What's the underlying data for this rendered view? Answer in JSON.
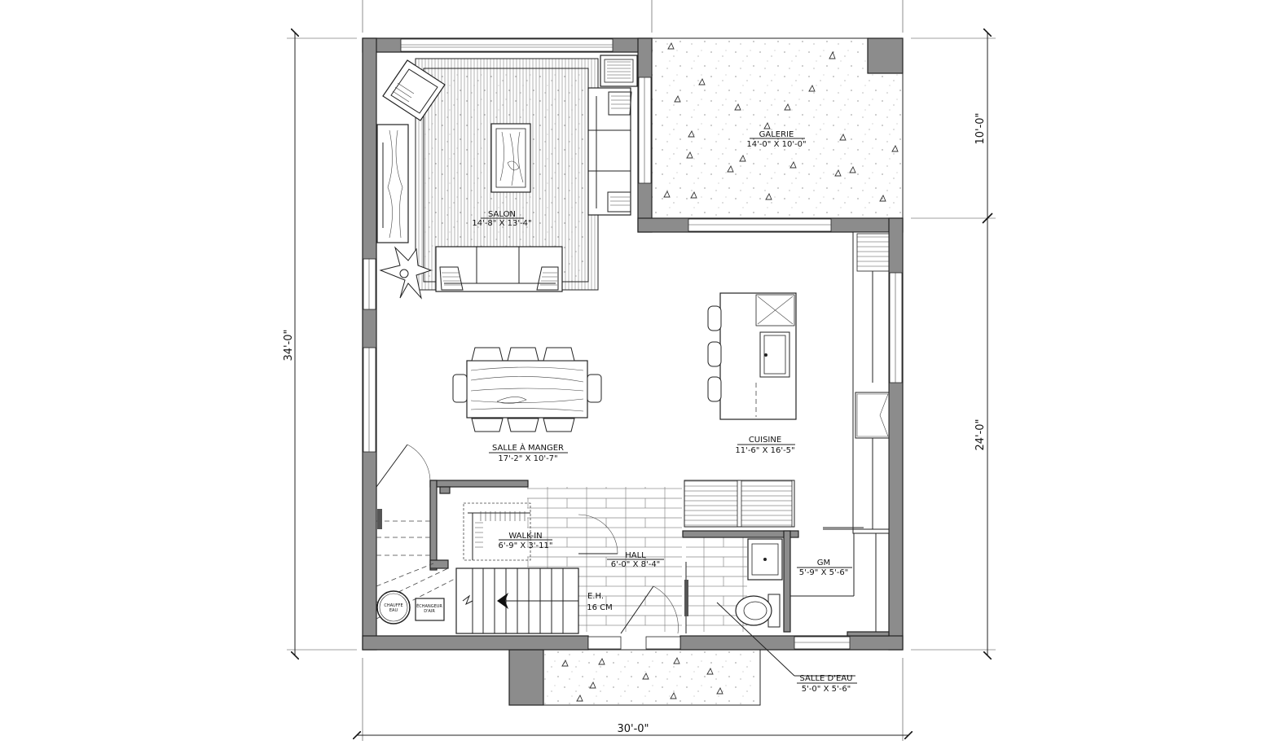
{
  "rooms": {
    "salon": {
      "name": "SALON",
      "size": "14'-8\" X 13'-4\""
    },
    "galerie": {
      "name": "GALERIE",
      "size": "14'-0\" X 10'-0\""
    },
    "salle_a_manger": {
      "name": "SALLE À MANGER",
      "size": "17'-2\" X 10'-7\""
    },
    "cuisine": {
      "name": "CUISINE",
      "size": "11'-6\" X 16'-5\""
    },
    "walk_in": {
      "name": "WALK-IN",
      "size": "6'-9\" X 3'-11\""
    },
    "hall": {
      "name": "HALL",
      "size": "6'-0\" X 8'-4\""
    },
    "gm": {
      "name": "GM",
      "size": "5'-9\" X 5'-6\""
    },
    "salle_d_eau": {
      "name": "SALLE D'EAU",
      "size": "5'-0\" X 5'-6\""
    }
  },
  "annotations": {
    "eh_title": "E.H.",
    "eh_size": "16 CM",
    "chauffe_eau_line1": "CHAUFFE",
    "chauffe_eau_line2": "EAU",
    "echangeur_line1": "ÉCHANGEUR",
    "echangeur_line2": "D'AIR"
  },
  "dimensions": {
    "overall_depth": "34'-0\"",
    "overall_width": "30'-0\"",
    "galerie_depth": "10'-0\"",
    "main_depth": "24'-0\""
  },
  "colors": {
    "wall_fill": "#8c8c8c",
    "line": "#222222",
    "background": "#ffffff"
  }
}
